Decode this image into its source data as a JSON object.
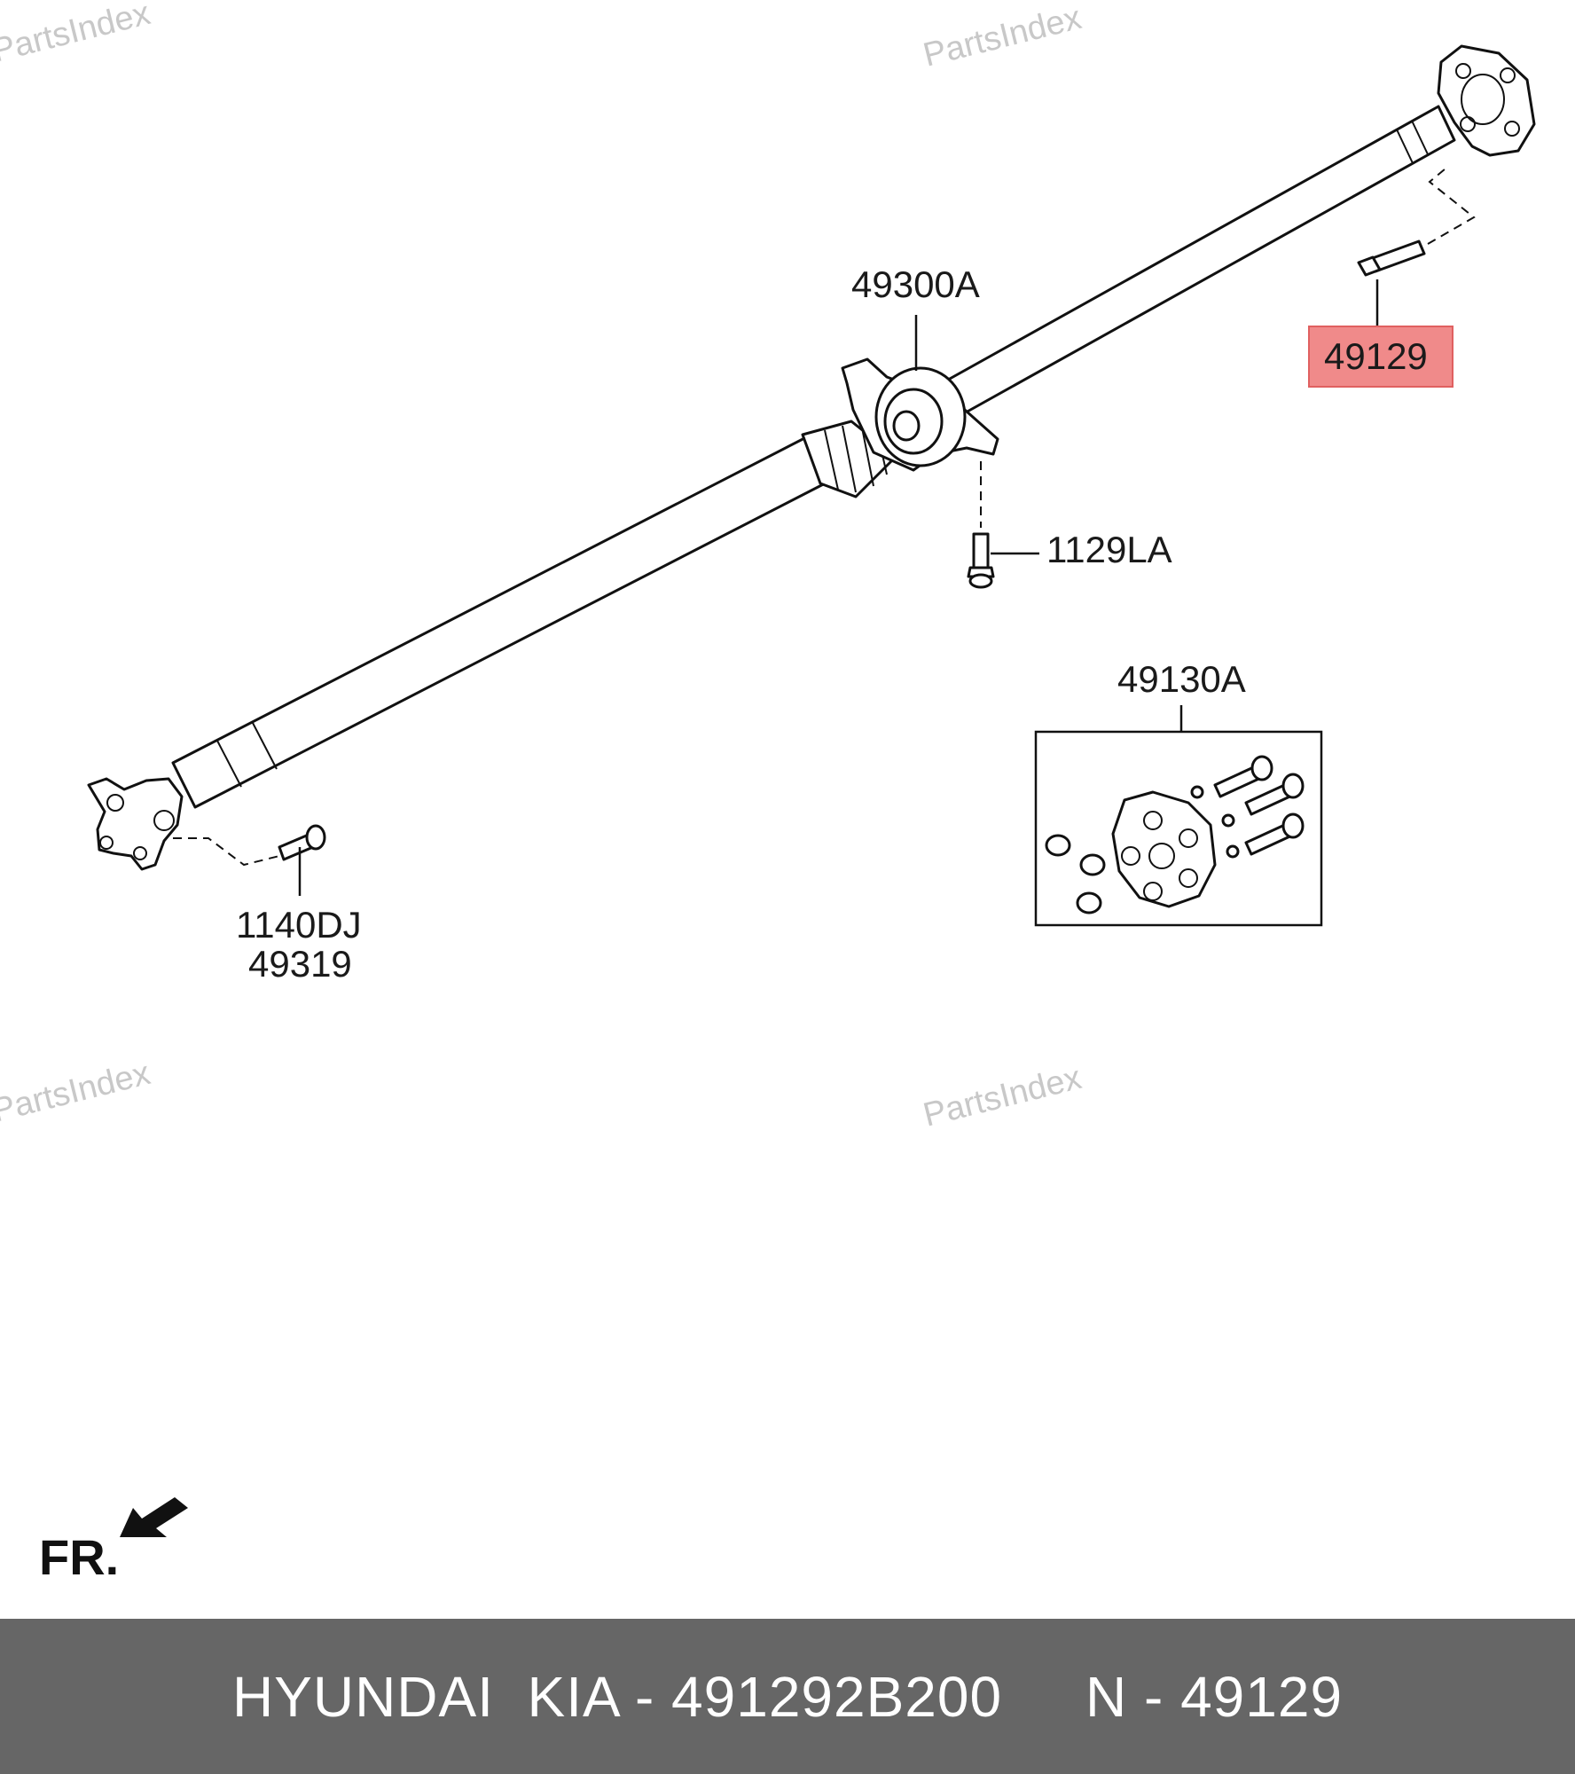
{
  "watermark": "PartsIndex",
  "callouts": {
    "center_bearing": "49300A",
    "rear_bolt": "49129",
    "bracket_bolt": "1129LA",
    "coupling_kit": "49130A",
    "front_bolt_1": "1140DJ",
    "front_bolt_2": "49319"
  },
  "direction_label": "FR.",
  "highlight_color": "#f08a8a",
  "footer": {
    "brand": "HYUNDAI  KIA - 491292B200",
    "part_number": "N - 49129"
  }
}
